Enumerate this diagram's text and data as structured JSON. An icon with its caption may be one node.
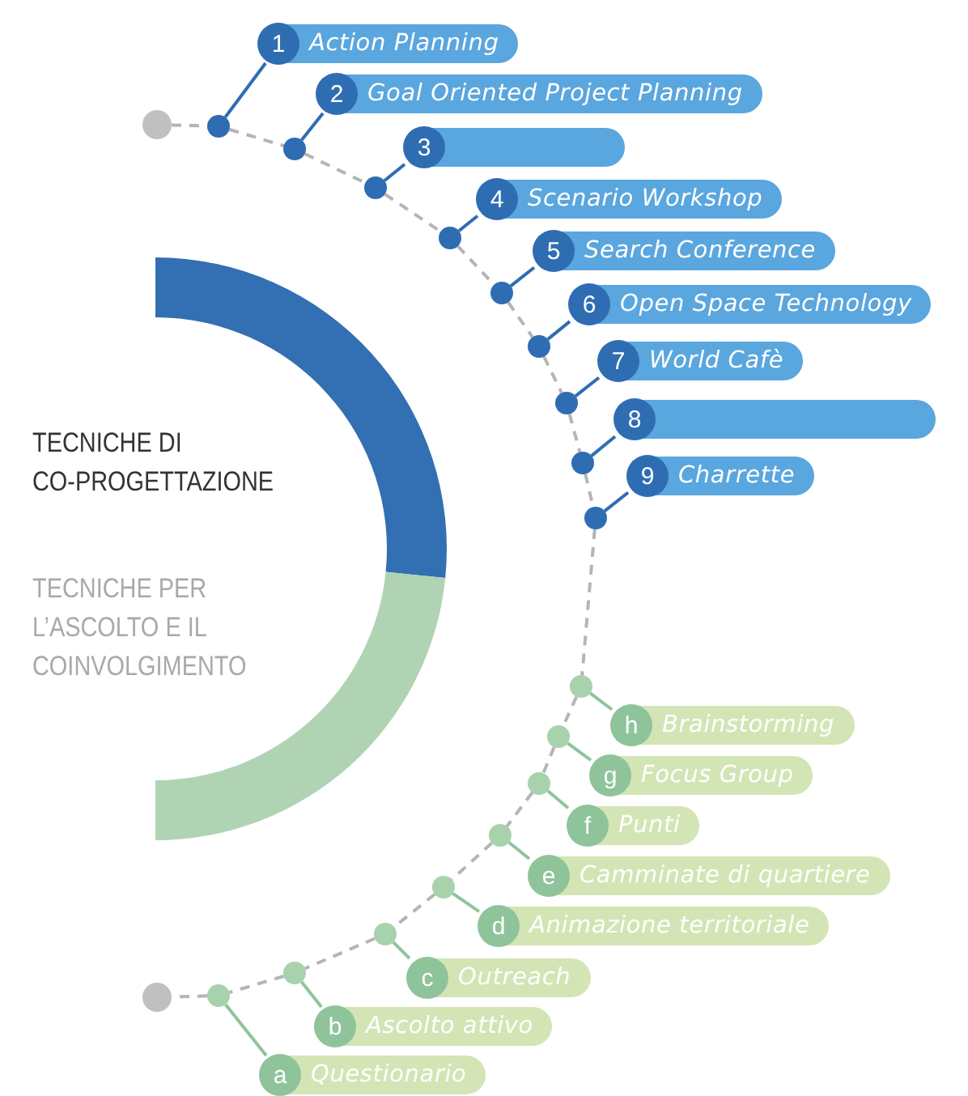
{
  "diagram": {
    "nodes": [
      {
        "text": [],
        "shape": "circle"
      },
      {
        "text": [
          "1",
          "Action Planning"
        ]
      },
      {
        "text": [
          "2",
          "Goal Oriented Project Planning"
        ]
      },
      {
        "text": [
          "3"
        ]
      },
      {
        "text": [
          "4",
          "Scenario Workshop"
        ]
      },
      {
        "text": [
          "5",
          "Search Conference"
        ]
      },
      {
        "text": [
          "6",
          "Open Space Technology"
        ]
      },
      {
        "text": [
          "7",
          "World Cafè"
        ]
      },
      {
        "text": [
          "8"
        ]
      },
      {
        "text": [
          "9",
          "Charrette"
        ]
      },
      {
        "text": [],
        "shape": "circle"
      },
      {
        "text": [],
        "shape": "circle"
      },
      {
        "text": [],
        "shape": "circle"
      },
      {
        "text": [],
        "shape": "circle"
      },
      {
        "text": [],
        "shape": "circle"
      },
      {
        "text": [],
        "shape": "circle"
      },
      {
        "text": [],
        "shape": "circle"
      },
      {
        "text": [],
        "shape": "circle"
      },
      {
        "text": [],
        "shape": "circle"
      },
      {
        "text": [
          "h",
          "Brainstorming"
        ]
      },
      {
        "text": [
          "g",
          "Focus Group"
        ]
      },
      {
        "text": [
          "f",
          "Punti"
        ]
      },
      {
        "text": [
          "e",
          "Camminate di quartiere"
        ]
      },
      {
        "text": [
          "d",
          "Animazione territoriale"
        ]
      },
      {
        "text": [
          "c",
          "Outreach"
        ]
      },
      {
        "text": [
          "b",
          "Ascolto attivo"
        ]
      },
      {
        "text": [
          "a",
          "Questionario"
        ]
      },
      {
        "text": [],
        "shape": "circle"
      },
      {
        "text": [],
        "shape": "circle"
      },
      {
        "text": [],
        "shape": "circle"
      },
      {
        "text": [],
        "shape": "circle"
      },
      {
        "text": [],
        "shape": "circle"
      },
      {
        "text": [],
        "shape": "circle"
      },
      {
        "text": [],
        "shape": "circle"
      },
      {
        "text": [],
        "shape": "circle"
      },
      {
        "text": [],
        "shape": "circle"
      }
    ],
    "edges": [
      {
        "from": 0,
        "to": 10,
        "arrow": "none",
        "style": "dashed"
      },
      {
        "from": 10,
        "to": 11,
        "arrow": "none",
        "style": "dashed"
      },
      {
        "from": 11,
        "to": 12,
        "arrow": "none",
        "style": "dashed"
      },
      {
        "from": 12,
        "to": 13,
        "arrow": "none",
        "style": "dashed"
      },
      {
        "from": 13,
        "to": 14,
        "arrow": "none",
        "style": "dashed"
      },
      {
        "from": 14,
        "to": 15,
        "arrow": "none",
        "style": "dashed"
      },
      {
        "from": 15,
        "to": 16,
        "arrow": "none",
        "style": "dashed"
      },
      {
        "from": 16,
        "to": 17,
        "arrow": "none",
        "style": "dashed"
      },
      {
        "from": 17,
        "to": 18,
        "arrow": "none",
        "style": "dashed"
      },
      {
        "from": 18,
        "to": 27,
        "arrow": "none",
        "style": "dashed"
      },
      {
        "from": 27,
        "to": 28,
        "arrow": "none",
        "style": "dashed"
      },
      {
        "from": 28,
        "to": 29,
        "arrow": "none",
        "style": "dashed"
      },
      {
        "from": 29,
        "to": 30,
        "arrow": "none",
        "style": "dashed"
      },
      {
        "from": 30,
        "to": 31,
        "arrow": "none",
        "style": "dashed"
      },
      {
        "from": 31,
        "to": 32,
        "arrow": "none",
        "style": "dashed"
      },
      {
        "from": 32,
        "to": 33,
        "arrow": "none",
        "style": "dashed"
      },
      {
        "from": 33,
        "to": 34,
        "arrow": "none",
        "style": "dashed"
      },
      {
        "from": 34,
        "to": 35,
        "arrow": "none",
        "style": "dashed"
      },
      {
        "from": 10,
        "to": 1,
        "arrow": "none",
        "color": "#2f6db3"
      },
      {
        "from": 11,
        "to": 2,
        "arrow": "none",
        "color": "#2f6db3"
      },
      {
        "from": 12,
        "to": 3,
        "arrow": "none",
        "color": "#2f6db3"
      },
      {
        "from": 13,
        "to": 4,
        "arrow": "none",
        "color": "#2f6db3"
      },
      {
        "from": 14,
        "to": 5,
        "arrow": "none",
        "color": "#2f6db3"
      },
      {
        "from": 15,
        "to": 6,
        "arrow": "none",
        "color": "#2f6db3"
      },
      {
        "from": 16,
        "to": 7,
        "arrow": "none",
        "color": "#2f6db3"
      },
      {
        "from": 17,
        "to": 8,
        "arrow": "none",
        "color": "#2f6db3"
      },
      {
        "from": 18,
        "to": 9,
        "arrow": "none",
        "color": "#2f6db3"
      },
      {
        "from": 27,
        "to": 19,
        "arrow": "none",
        "color": "#8fc49b"
      },
      {
        "from": 28,
        "to": 20,
        "arrow": "none",
        "color": "#8fc49b"
      },
      {
        "from": 29,
        "to": 21,
        "arrow": "none",
        "color": "#8fc49b"
      },
      {
        "from": 30,
        "to": 22,
        "arrow": "none",
        "color": "#8fc49b"
      },
      {
        "from": 31,
        "to": 23,
        "arrow": "none",
        "color": "#8fc49b"
      },
      {
        "from": 32,
        "to": 24,
        "arrow": "none",
        "color": "#8fc49b"
      },
      {
        "from": 33,
        "to": 25,
        "arrow": "none",
        "color": "#8fc49b"
      },
      {
        "from": 34,
        "to": 26,
        "arrow": "none",
        "color": "#8fc49b"
      }
    ],
    "labels": [
      "TECNICHE DI CO-PROGETTAZIONE",
      "TECNICHE PER L’ASCOLTO E IL COINVOLGIMENTO"
    ]
  }
}
